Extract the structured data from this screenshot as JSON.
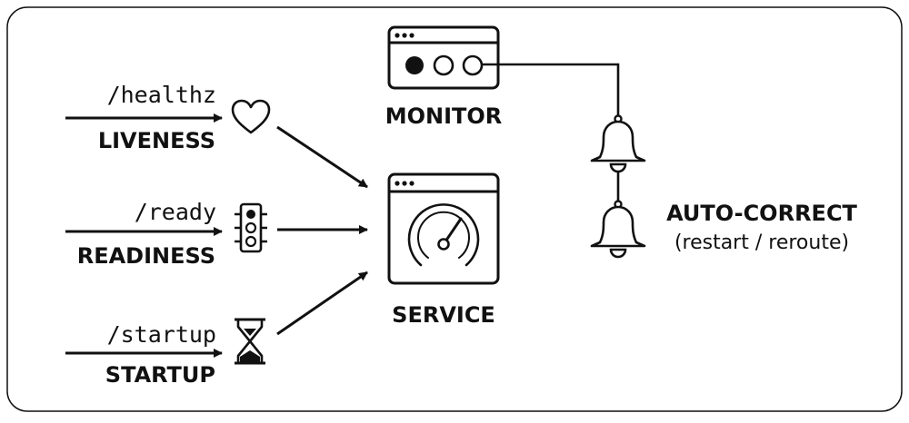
{
  "probes": [
    {
      "endpoint": "/healthz",
      "label": "LIVENESS",
      "icon": "heart-icon"
    },
    {
      "endpoint": "/ready",
      "label": "READINESS",
      "icon": "traffic-light-icon"
    },
    {
      "endpoint": "/startup",
      "label": "STARTUP",
      "icon": "hourglass-icon"
    }
  ],
  "monitor": {
    "label": "MONITOR",
    "icon": "monitor-window-icon"
  },
  "service": {
    "label": "SERVICE",
    "icon": "gauge-window-icon"
  },
  "auto_correct": {
    "label": "AUTO-CORRECT",
    "sublabel": "(restart / reroute)",
    "icon": "bell-icon"
  }
}
